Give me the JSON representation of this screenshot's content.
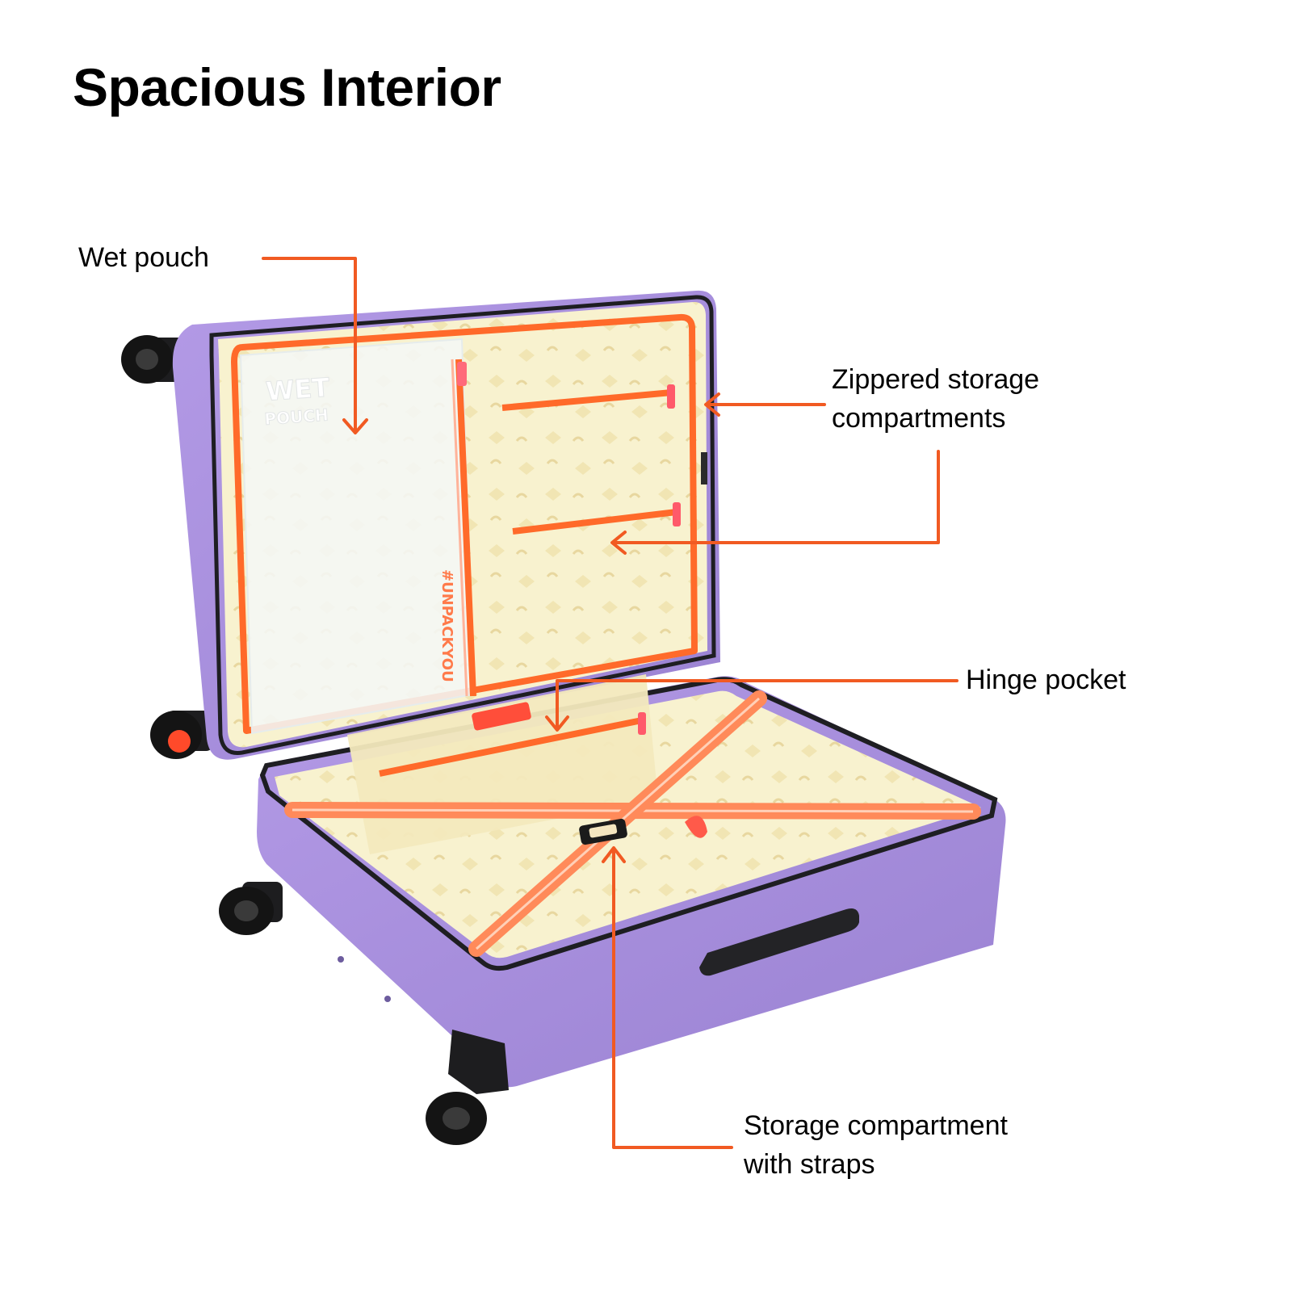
{
  "page": {
    "title": "Spacious Interior"
  },
  "product": {
    "shell_color": "#a68fdc",
    "lining_color": "#f7f1cc",
    "zipper_color": "#ff6a2a",
    "accent_color": "#ff5a1f",
    "wet_pouch_print": [
      "WET",
      "POUCH"
    ],
    "side_print": "#UNPACKYOU"
  },
  "callouts": {
    "wet_pouch": {
      "lines": [
        "Wet pouch"
      ]
    },
    "zippered": {
      "lines": [
        "Zippered storage",
        "compartments"
      ]
    },
    "hinge": {
      "lines": [
        "Hinge pocket"
      ]
    },
    "straps": {
      "lines": [
        "Storage compartment",
        "with straps"
      ]
    }
  }
}
